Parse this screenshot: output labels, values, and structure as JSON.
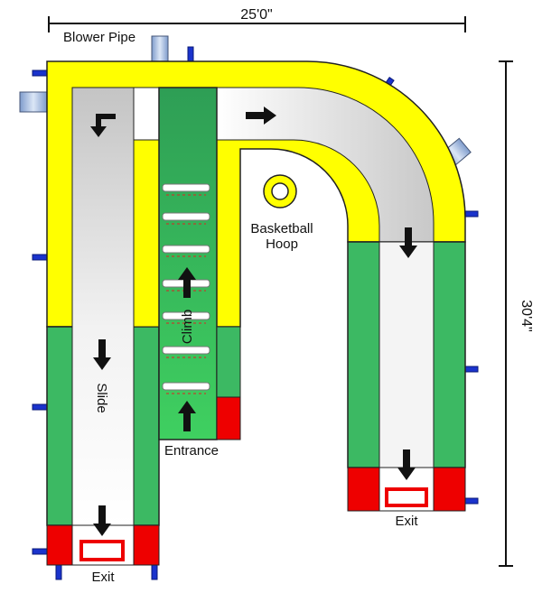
{
  "labels": {
    "blower_pipe": "Blower Pipe",
    "basketball": "Basketball",
    "hoop": "Hoop",
    "climb": "Climb",
    "slide": "Slide",
    "entrance": "Entrance",
    "exit_left": "Exit",
    "exit_right": "Exit"
  },
  "dimensions": {
    "width": "25'0\"",
    "height": "30'4\""
  },
  "colors": {
    "yellow": "#ffff00",
    "green": "#3cb963",
    "climb_green": "#2fae55",
    "red": "#ee0000",
    "blue": "#1a33cc",
    "pipe_blue": "#a9bfe0",
    "gray": "#cfcfcf",
    "outline": "#222222"
  },
  "icons": [
    "arrow-right-icon",
    "arrow-down-icon",
    "arrow-up-icon",
    "turn-down-icon",
    "hoop-icon",
    "blower-pipe-icon",
    "stake-icon"
  ]
}
